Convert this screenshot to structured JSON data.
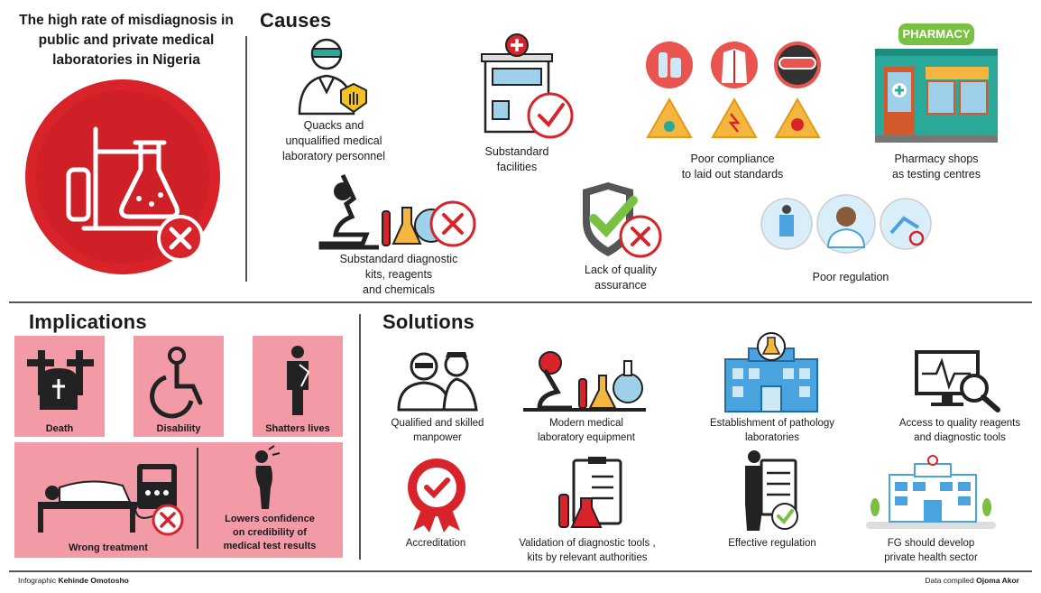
{
  "title": "The high rate of misdiagnosis in public and private medical laboratories in Nigeria",
  "sections": {
    "causes": "Causes",
    "implications": "Implications",
    "solutions": "Solutions"
  },
  "causes": {
    "quacks": "Quacks and\nunqualified medical\nlaboratory personnel",
    "facilities": "Substandard\nfacilities",
    "compliance": "Poor compliance\nto laid out standards",
    "pharmacy": "Pharmacy shops\nas testing centres",
    "pharmacy_sign": "PHARMACY",
    "kits": "Substandard diagnostic\nkits, reagents\nand chemicals",
    "quality": "Lack of quality\nassurance",
    "regulation": "Poor regulation"
  },
  "implications": {
    "death": "Death",
    "disability": "Disability",
    "shatters": "Shatters lives",
    "wrong_treatment": "Wrong treatment",
    "confidence": "Lowers confidence\non credibility of\nmedical test results"
  },
  "solutions": {
    "manpower": "Qualified and skilled\nmanpower",
    "equipment": "Modern medical\nlaboratory equipment",
    "pathology": "Establishment of  pathology\nlaboratories",
    "reagents": "Access to quality reagents\nand diagnostic tools",
    "accreditation": "Accreditation",
    "validation": "Validation of diagnostic tools ,\nkits by relevant authorities",
    "effective_regulation": "Effective regulation",
    "private_sector": "FG should develop\nprivate health sector"
  },
  "footer": {
    "infographic_label": "Infographic",
    "infographic_author": "Kehinde Omotosho",
    "data_label": "Data compiled",
    "data_author": "Ojoma Akor"
  },
  "colors": {
    "red": "#d8232a",
    "pink": "#f29aa5",
    "teal": "#2aa89a",
    "blue": "#4aa3df",
    "yellow": "#f4b63f",
    "green": "#7ac143"
  }
}
